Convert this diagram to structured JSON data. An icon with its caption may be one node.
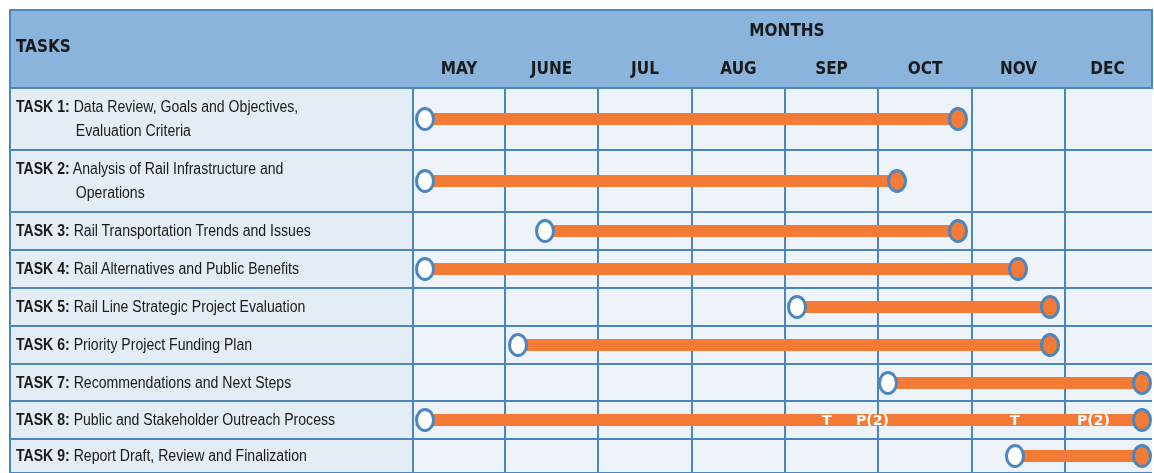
{
  "diagram": {
    "nodes": [
      {
        "text": [],
        "shape": "bar"
      },
      {
        "text": [],
        "shape": "bar"
      },
      {
        "text": [],
        "shape": "bar"
      },
      {
        "text": [],
        "shape": "bar"
      },
      {
        "text": [],
        "shape": "bar"
      },
      {
        "text": [],
        "shape": "bar"
      },
      {
        "text": [],
        "shape": "bar"
      },
      {
        "text": [
          "T",
          "P(2)",
          "T",
          "P(2)"
        ]
      },
      {
        "text": [],
        "shape": "bar"
      }
    ],
    "edges": [],
    "labels": [
      "TASKS",
      "MONTHS",
      "MAY",
      "JUNE",
      "JUL",
      "AUG",
      "SEP",
      "OCT",
      "NOV",
      "DEC",
      "**TASK 1:** Data Review, Goals and Objectives, Evaluation Criteria",
      "**TASK 2:** Analysis of Rail Infrastructure and Operations",
      "**TASK 3:** Rail Transportation Trends and Issues",
      "**TASK 4:** Rail Alternatives and Public Benefits",
      "**TASK 5:** Rail Line Strategic Project Evaluation",
      "**TASK 6:** Priority Project Funding Plan",
      "**TASK 7:** Recommendations and Next Steps",
      "**TASK 8:** Public and Stakeholder Outreach Process",
      "**TASK 9:** Report Draft, Review and Finalization"
    ]
  }
}
